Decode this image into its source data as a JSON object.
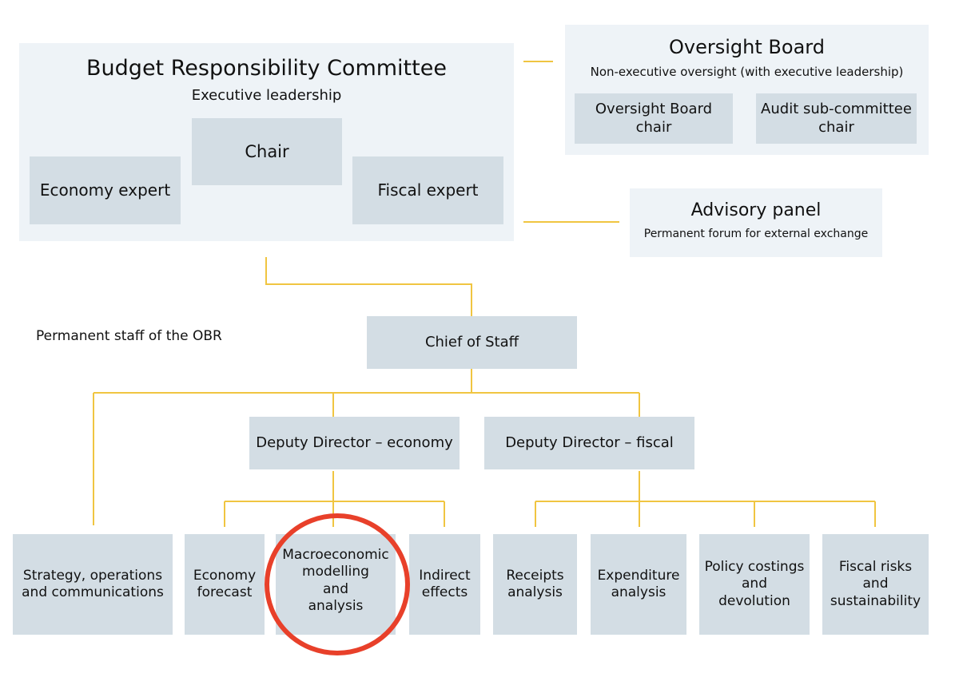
{
  "brc": {
    "title": "Budget Responsibility Committee",
    "subtitle": "Executive leadership",
    "chair": "Chair",
    "economy_expert": "Economy expert",
    "fiscal_expert": "Fiscal expert"
  },
  "oversight": {
    "title": "Oversight Board",
    "subtitle": "Non-executive oversight (with executive leadership)",
    "board_chair": "Oversight Board\nchair",
    "audit_chair": "Audit sub-committee\nchair"
  },
  "advisory": {
    "title": "Advisory panel",
    "subtitle": "Permanent forum for external exchange"
  },
  "staff_label": "Permanent staff of the OBR",
  "chief_of_staff": "Chief of Staff",
  "deputies": {
    "economy": "Deputy Director – economy",
    "fiscal": "Deputy Director – fiscal"
  },
  "teams": [
    "Strategy, operations\nand communications",
    "Economy\nforecast",
    "Macroeconomic\nmodelling\nand\nanalysis",
    "Indirect\neffects",
    "Receipts\nanalysis",
    "Expenditure\nanalysis",
    "Policy costings\nand\ndevolution",
    "Fiscal risks\nand\nsustainability"
  ],
  "colors": {
    "connector": "#f0c541",
    "highlight_circle": "#e8402a",
    "box_fill": "#d3dde4",
    "panel_fill": "#eef3f7"
  }
}
